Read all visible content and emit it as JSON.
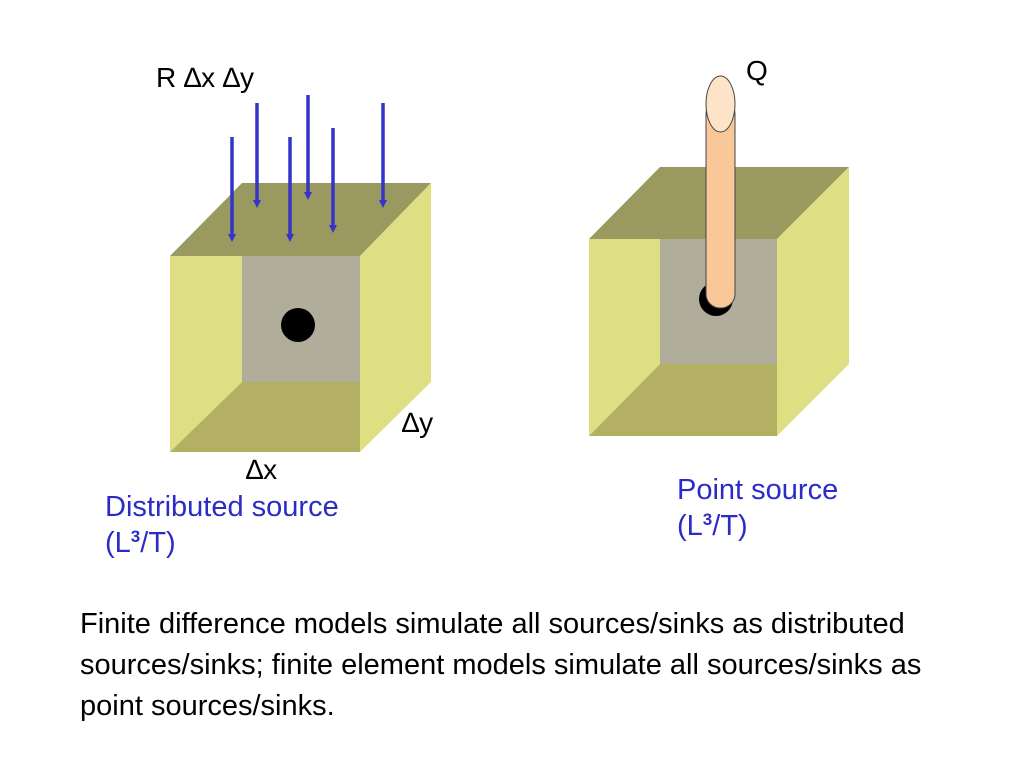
{
  "distributed": {
    "rate_label": "R ∆x ∆y",
    "dx_label": "∆x",
    "dy_label": "∆y",
    "title_line1": "Distributed source",
    "units_open": "(L",
    "units_exp": "3",
    "units_close": "/T)"
  },
  "point": {
    "q_label": "Q",
    "title_line1": "Point source",
    "units_open": "(L",
    "units_exp": "3",
    "units_close": "/T)"
  },
  "caption": "Finite difference models simulate all sources/sinks as distributed sources/sinks; finite element models simulate all sources/sinks as point sources/sinks.",
  "colors": {
    "top_face": "#9a9960",
    "side_face": "#dede82",
    "bottom_face": "#b3b064",
    "back_face": "#b0ae9a",
    "arrow": "#3434c8",
    "pipe": "#f9c898",
    "dot": "#000000"
  }
}
